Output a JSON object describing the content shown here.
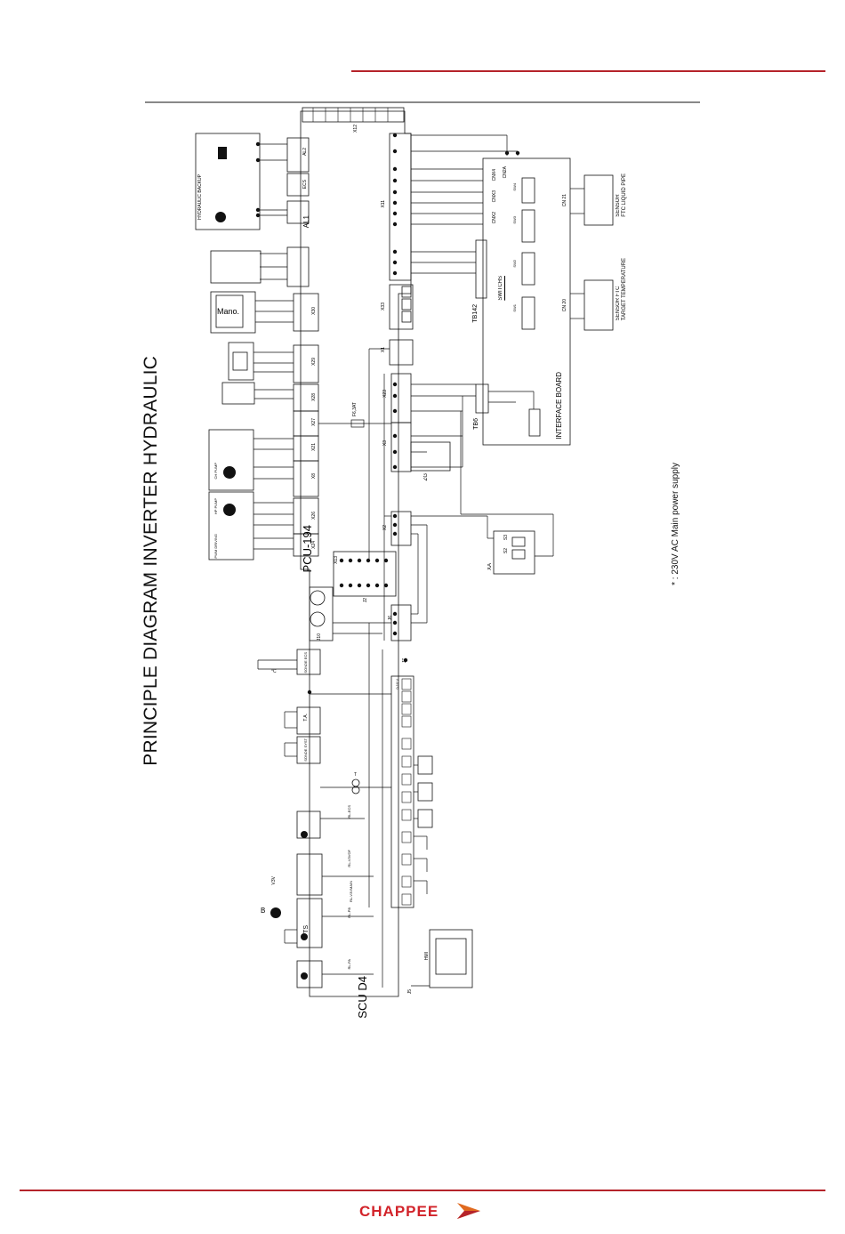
{
  "colors": {
    "rule": "#b5232a",
    "ink": "#111111",
    "logo_text": "#d2232a",
    "logo_wing": "#e06a1f"
  },
  "page_title": "PRINCIPLE DIAGRAM INVERTER HYDRAULIC",
  "power_note": "* : 230V AC Main power supply",
  "boards": {
    "scu": "SCU  D4",
    "pcu": "PCU-194",
    "interface": "INTERFACE BOARD"
  },
  "sensors": {
    "liquid_pipe": "SENSOR\nFTC LIQUID PIPE",
    "target_temp": "SENSOR FTC\nTARGET TEMPERATURE"
  },
  "connectors": {
    "x12": "X12",
    "x11": "X11",
    "x33": "X33",
    "x1": "X1",
    "x23": "X23",
    "x3": "X3",
    "x2": "X2",
    "x30": "X30",
    "x29": "X29",
    "x28": "X28",
    "x27": "X27",
    "x21": "X21",
    "x8": "X8",
    "x26": "X26",
    "x24": "X24",
    "x13": "X13",
    "j2": "J2",
    "j6": "J6",
    "j10": "J10",
    "j7": "J7",
    "j5": "J5",
    "al1": "AL1",
    "ecs": "ECS",
    "al2": "AL2",
    "tb142": "TB142",
    "tb6": "TB6",
    "zg": "ZG",
    "xa": "XA",
    "cn21": "CN 21",
    "cn20": "CN 20",
    "cn2a": "CN2A",
    "cnx4": "CNX4",
    "cnx3": "CNX3",
    "cnx2": "CNX2"
  },
  "labels": {
    "hydraulic_backup": "HYDRAULIC BACKUP",
    "mano": "Mano.",
    "fuse": "F6,3AT",
    "switches": "SWITCHS",
    "sw1": "SW1",
    "sw2": "SW2",
    "sw3": "SW3",
    "sw4": "SW4",
    "s2": "S2",
    "s3": "S3",
    "hmi": "HMI",
    "celsius": "°C",
    "t": "T",
    "b": "B",
    "v3v": "V3V",
    "ta": "T.A.",
    "syst": "SONDE SYST",
    "sonde_ecs": "SONDE ECS",
    "rl_ecs": "RL-ECS",
    "rl_v3vof": "RL-V3VOF",
    "rl_v3vmain": "RL-V3VMAIN",
    "rl_pb": "RL-PB",
    "rl_pa": "RL-PA",
    "zero_ten": "0-10 V",
    "ts": "TS",
    "pwm": "PWM DRIVING",
    "ch_pump": "CH PUMP",
    "hp_pump": "HP PUMP"
  },
  "logo": {
    "text": "CHAPPEE"
  }
}
